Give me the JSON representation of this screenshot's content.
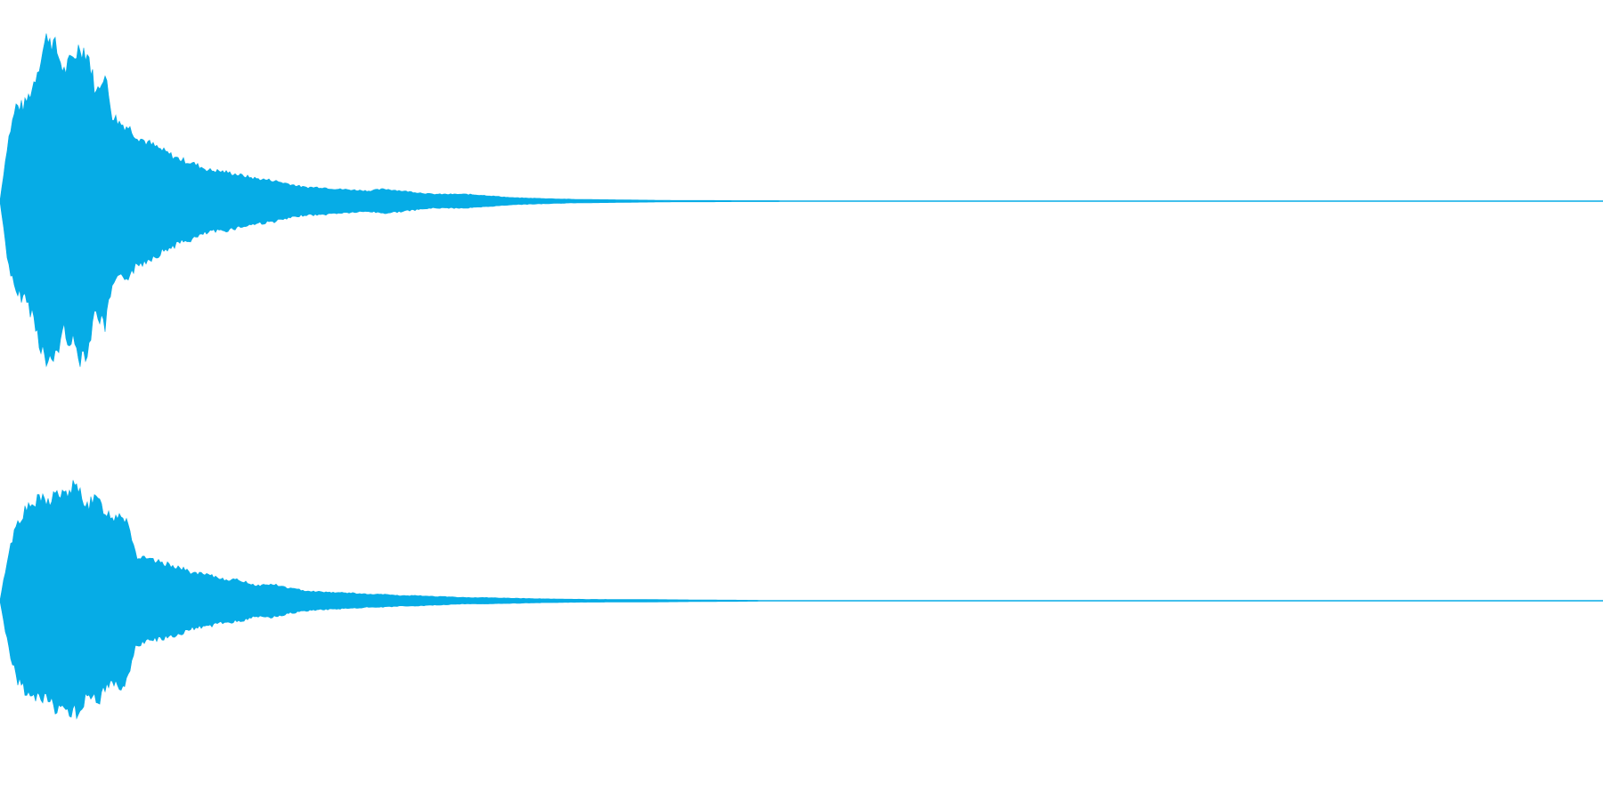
{
  "chart_data": {
    "type": "area",
    "title": "",
    "xlabel": "",
    "ylabel": "",
    "grid": false,
    "legend": "none",
    "xlim": [
      0,
      1
    ],
    "ylim": [
      -1,
      1
    ],
    "color": "#06ACE6",
    "x": [
      0,
      0.005,
      0.01,
      0.015,
      0.02,
      0.025,
      0.03,
      0.035,
      0.04,
      0.045,
      0.05,
      0.055,
      0.06,
      0.065,
      0.07,
      0.075,
      0.08,
      0.085,
      0.09,
      0.1,
      0.11,
      0.12,
      0.13,
      0.14,
      0.15,
      0.16,
      0.17,
      0.18,
      0.19,
      0.2,
      0.21,
      0.22,
      0.23,
      0.24,
      0.25,
      0.26,
      0.27,
      0.28,
      0.29,
      0.3,
      0.32,
      0.34,
      0.36,
      0.38,
      0.4,
      0.42,
      0.44,
      0.46,
      0.48,
      0.485,
      0.49,
      0.5,
      1
    ],
    "series": [
      {
        "channel": 1,
        "amplitude": [
          0.0,
          0.35,
          0.55,
          0.55,
          0.65,
          0.82,
          0.97,
          0.88,
          0.75,
          0.82,
          0.9,
          0.85,
          0.62,
          0.75,
          0.5,
          0.45,
          0.43,
          0.38,
          0.35,
          0.3,
          0.25,
          0.22,
          0.18,
          0.17,
          0.15,
          0.13,
          0.12,
          0.1,
          0.08,
          0.08,
          0.07,
          0.065,
          0.06,
          0.07,
          0.06,
          0.05,
          0.04,
          0.04,
          0.04,
          0.035,
          0.02,
          0.015,
          0.01,
          0.008,
          0.006,
          0.004,
          0.004,
          0.003,
          0.003,
          0.003,
          0.002,
          0.0,
          0.0
        ]
      },
      {
        "channel": 2,
        "amplitude": [
          0.0,
          0.35,
          0.6,
          0.7,
          0.75,
          0.8,
          0.78,
          0.85,
          0.82,
          0.9,
          0.85,
          0.75,
          0.8,
          0.72,
          0.65,
          0.7,
          0.62,
          0.35,
          0.33,
          0.3,
          0.27,
          0.22,
          0.2,
          0.17,
          0.16,
          0.12,
          0.13,
          0.1,
          0.08,
          0.07,
          0.065,
          0.06,
          0.05,
          0.05,
          0.04,
          0.04,
          0.035,
          0.03,
          0.025,
          0.025,
          0.02,
          0.015,
          0.012,
          0.01,
          0.01,
          0.008,
          0.006,
          0.005,
          0.003,
          0.003,
          0.003,
          0.0,
          0.0
        ]
      }
    ]
  }
}
